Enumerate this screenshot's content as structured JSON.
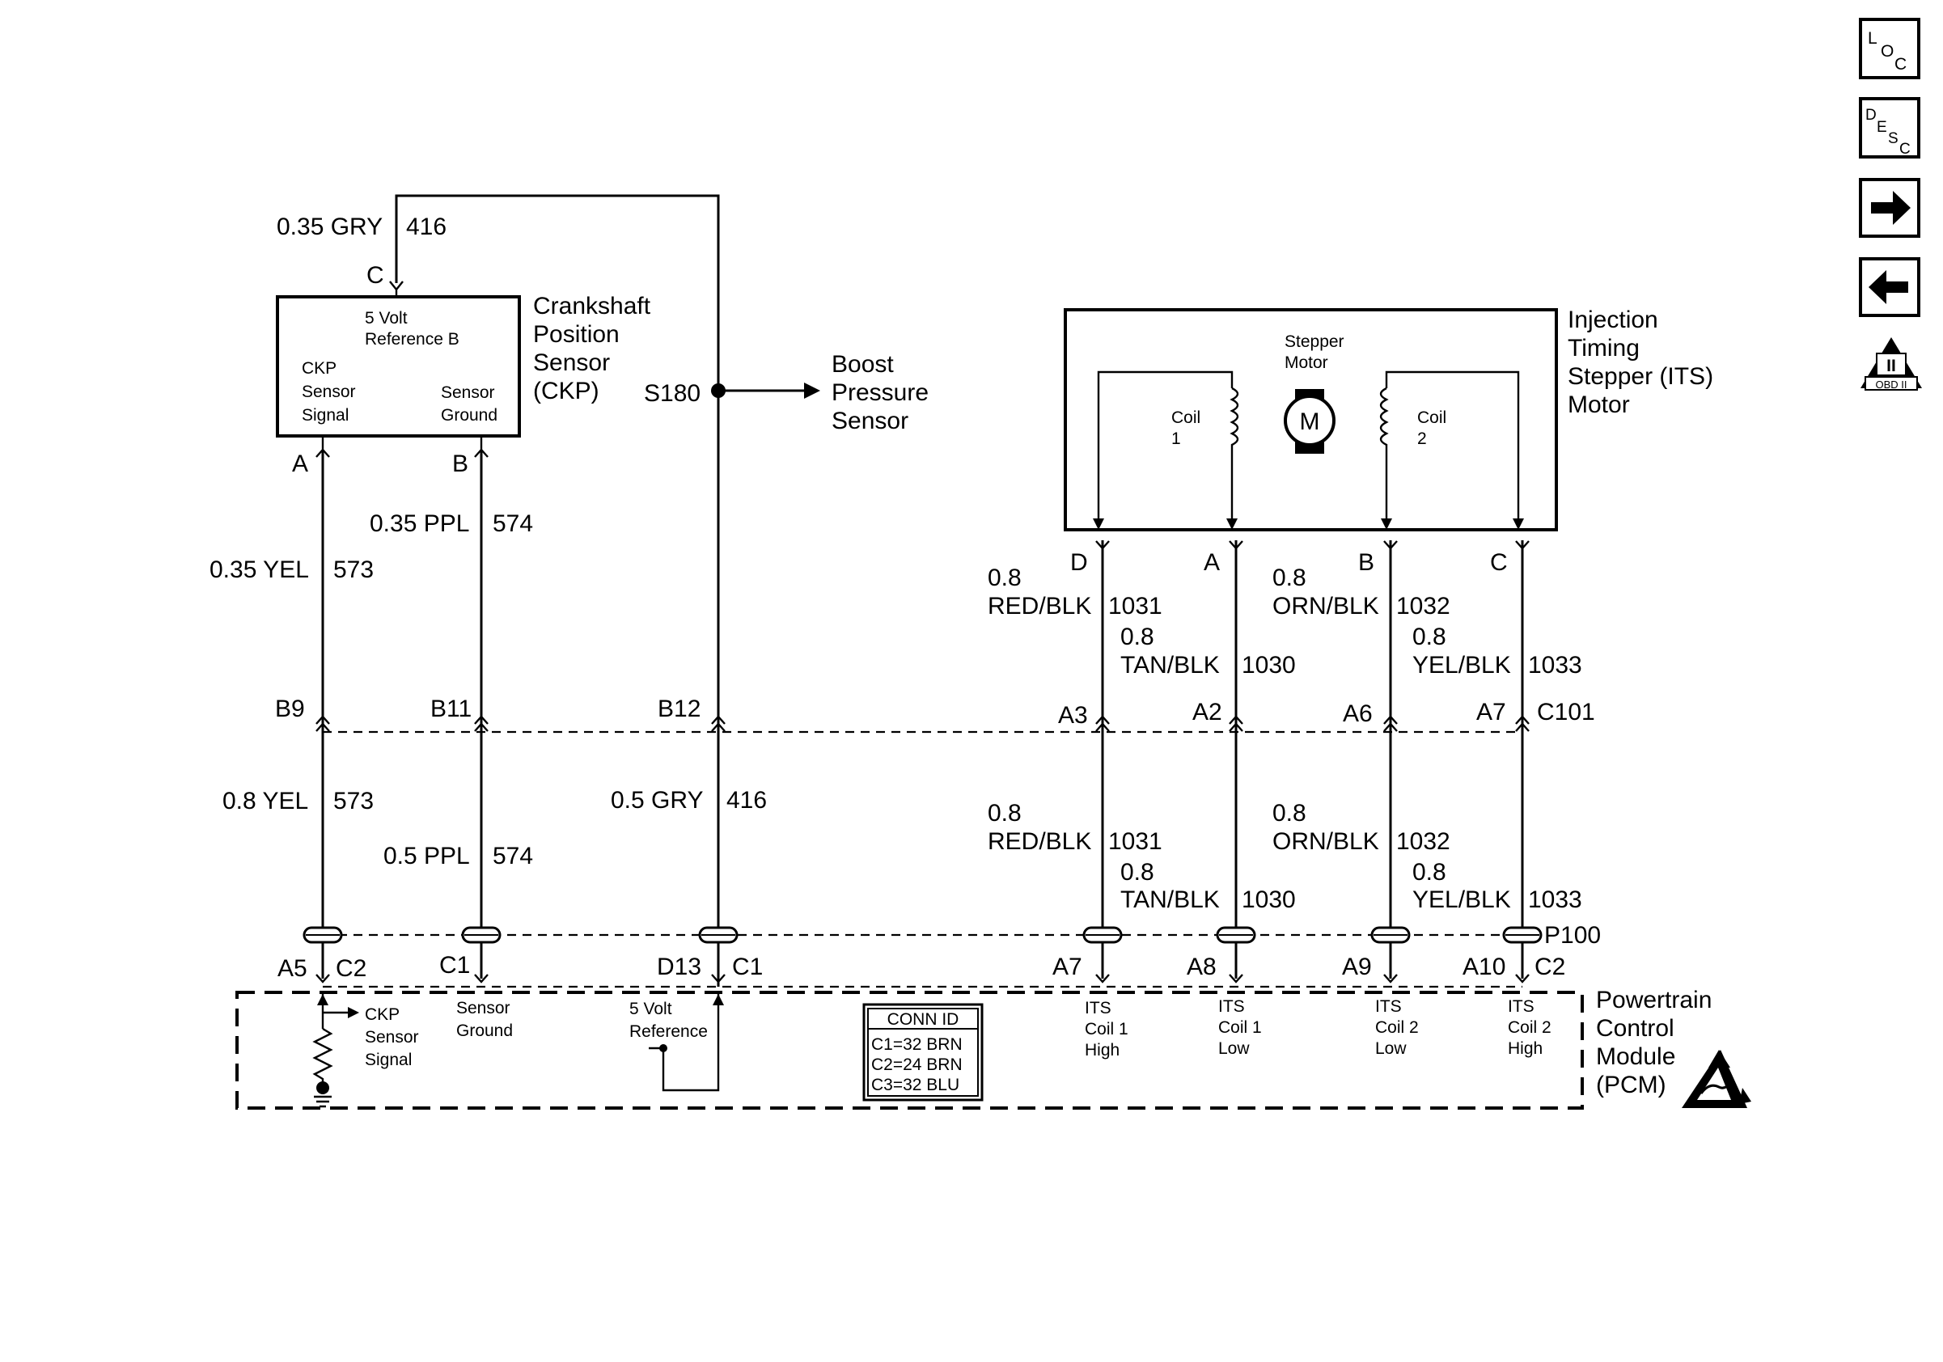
{
  "crankshaft_sensor": {
    "name_lines": [
      "Crankshaft",
      "Position",
      "Sensor",
      "(CKP)"
    ],
    "ref_label_lines": [
      "5 Volt",
      "Reference B"
    ],
    "signal_label_lines": [
      "CKP",
      "Sensor",
      "Signal"
    ],
    "ground_label_lines": [
      "Sensor",
      "Ground"
    ],
    "pin_c": "C",
    "pin_a": "A",
    "pin_b": "B"
  },
  "splice": {
    "name": "S180",
    "target_lines": [
      "Boost",
      "Pressure",
      "Sensor"
    ]
  },
  "its_motor": {
    "name_lines": [
      "Injection",
      "Timing",
      "Stepper (ITS)",
      "Motor"
    ],
    "stepper_lines": [
      "Stepper",
      "Motor"
    ],
    "motor_symbol": "M",
    "coil1_lines": [
      "Coil",
      "1"
    ],
    "coil2_lines": [
      "Coil",
      "2"
    ],
    "pins": [
      "D",
      "A",
      "B",
      "C"
    ]
  },
  "wires_upper": {
    "gry_size": "0.35 GRY",
    "gry_circuit": "416",
    "yel_size": "0.35 YEL",
    "yel_circuit": "573",
    "ppl_size": "0.35 PPL",
    "ppl_circuit": "574",
    "redblk_size": "0.8",
    "redblk_color": "RED/BLK",
    "redblk_circuit": "1031",
    "tanblk_size": "0.8",
    "tanblk_color": "TAN/BLK",
    "tanblk_circuit": "1030",
    "ornblk_size": "0.8",
    "ornblk_color": "ORN/BLK",
    "ornblk_circuit": "1032",
    "yelblk_size": "0.8",
    "yelblk_color": "YEL/BLK",
    "yelblk_circuit": "1033"
  },
  "connector_c101": {
    "name": "C101",
    "pins": [
      "B9",
      "B11",
      "B12",
      "A3",
      "A2",
      "A6",
      "A7"
    ]
  },
  "wires_lower": {
    "yel_size": "0.8 YEL",
    "yel_circuit": "573",
    "ppl_size": "0.5 PPL",
    "ppl_circuit": "574",
    "gry_size": "0.5 GRY",
    "gry_circuit": "416",
    "redblk_size": "0.8",
    "redblk_color": "RED/BLK",
    "redblk_circuit": "1031",
    "tanblk_size": "0.8",
    "tanblk_color": "TAN/BLK",
    "tanblk_circuit": "1030",
    "ornblk_size": "0.8",
    "ornblk_color": "ORN/BLK",
    "ornblk_circuit": "1032",
    "yelblk_size": "0.8",
    "yelblk_color": "YEL/BLK",
    "yelblk_circuit": "1033"
  },
  "connector_p100": {
    "name": "P100"
  },
  "pcm_pins": [
    {
      "pin": "A5",
      "conn": "C2"
    },
    {
      "pin": "C1",
      "conn": ""
    },
    {
      "pin": "D13",
      "conn": "C1"
    },
    {
      "pin": "A7",
      "conn": ""
    },
    {
      "pin": "A8",
      "conn": ""
    },
    {
      "pin": "A9",
      "conn": ""
    },
    {
      "pin": "A10",
      "conn": "C2"
    }
  ],
  "pcm": {
    "name_lines": [
      "Powertrain",
      "Control",
      "Module",
      "(PCM)"
    ],
    "ckp_lines": [
      "CKP",
      "Sensor",
      "Signal"
    ],
    "ground_lines": [
      "Sensor",
      "Ground"
    ],
    "ref_lines": [
      "5 Volt",
      "Reference"
    ],
    "its1h_lines": [
      "ITS",
      "Coil 1",
      "High"
    ],
    "its1l_lines": [
      "ITS",
      "Coil 1",
      "Low"
    ],
    "its2l_lines": [
      "ITS",
      "Coil 2",
      "Low"
    ],
    "its2h_lines": [
      "ITS",
      "Coil 2",
      "High"
    ],
    "conn_id_title": "CONN ID",
    "conn_id_rows": [
      "C1=32 BRN",
      "C2=24 BRN",
      "C3=32 BLU"
    ]
  },
  "side_icons": {
    "loc_letters": [
      "L",
      "O",
      "C"
    ],
    "desc_letters": [
      "D",
      "E",
      "S",
      "C"
    ],
    "obd_numeral": "II",
    "obd_label": "OBD II"
  },
  "icons": [
    "location-icon",
    "description-icon",
    "arrow-right-icon",
    "arrow-left-icon",
    "obd-ii-icon",
    "esd-warning-icon"
  ]
}
